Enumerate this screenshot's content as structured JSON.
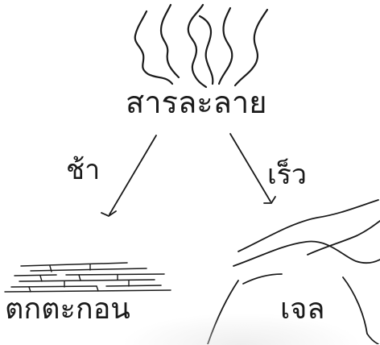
{
  "labels": {
    "solution": "สารละลาย",
    "slow": "ช้า",
    "fast": "เร็ว",
    "precipitate": "ตกตะกอน",
    "gel": "เจล"
  }
}
